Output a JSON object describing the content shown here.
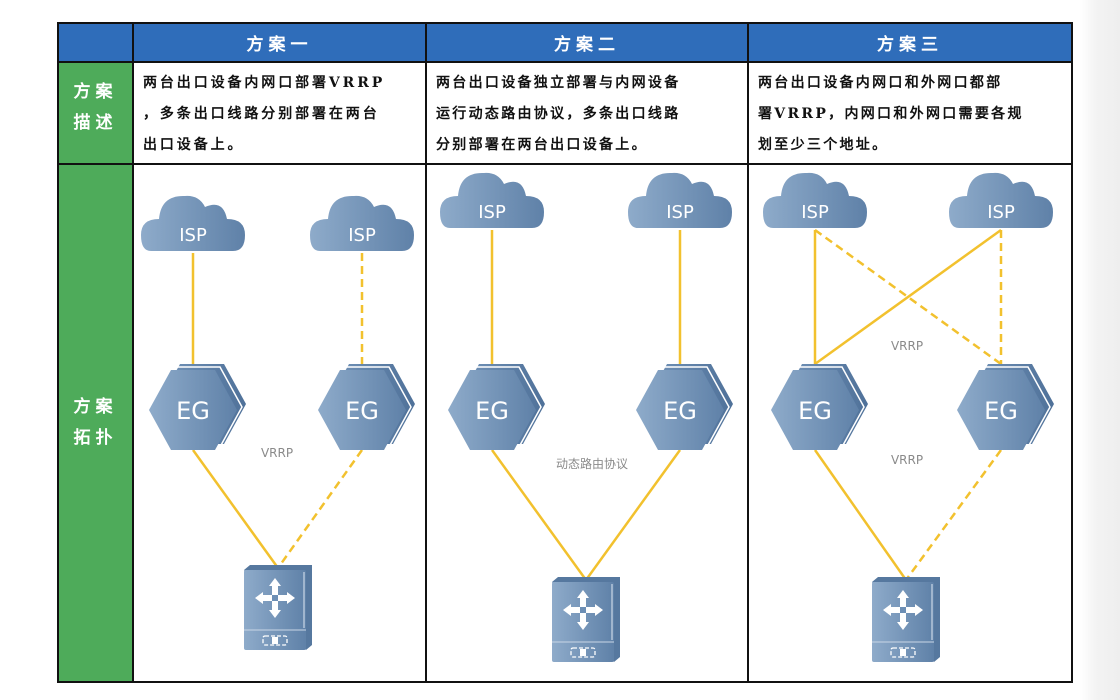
{
  "table": {
    "header": {
      "corner": "",
      "columns": [
        "方案一",
        "方案二",
        "方案三"
      ]
    },
    "rows": [
      {
        "label_lines": [
          "方案",
          "描述"
        ],
        "cells": [
          [
            "两台出口设备内网口部署VRRP",
            "，多条出口线路分别部署在两台",
            "出口设备上。"
          ],
          [
            "两台出口设备独立部署与内网设备",
            "运行动态路由协议，多条出口线路",
            "分别部署在两台出口设备上。"
          ],
          [
            "两台出口设备内网口和外网口都部",
            "署VRRP，内网口和外网口需要各规",
            "划至少三个地址。"
          ]
        ]
      },
      {
        "label_lines": [
          "方案",
          "拓扑"
        ]
      }
    ]
  },
  "colors": {
    "header_bg": "#2f6dba",
    "label_bg": "#4eab5a",
    "link": "#f2c12e",
    "node": "#6d8fb5"
  },
  "topologies": [
    {
      "name": "方案一",
      "nodes": [
        {
          "id": "isp1",
          "type": "cloud",
          "label": "ISP"
        },
        {
          "id": "isp2",
          "type": "cloud",
          "label": "ISP"
        },
        {
          "id": "eg1",
          "type": "gateway",
          "label": "EG"
        },
        {
          "id": "eg2",
          "type": "gateway",
          "label": "EG"
        },
        {
          "id": "sw",
          "type": "switch",
          "label": ""
        }
      ],
      "links": [
        {
          "from": "isp1",
          "to": "eg1",
          "style": "solid"
        },
        {
          "from": "isp2",
          "to": "eg2",
          "style": "dashed"
        },
        {
          "from": "eg1",
          "to": "sw",
          "style": "solid"
        },
        {
          "from": "eg2",
          "to": "sw",
          "style": "dashed"
        }
      ],
      "annotations": [
        "VRRP"
      ]
    },
    {
      "name": "方案二",
      "nodes": [
        {
          "id": "isp1",
          "type": "cloud",
          "label": "ISP"
        },
        {
          "id": "isp2",
          "type": "cloud",
          "label": "ISP"
        },
        {
          "id": "eg1",
          "type": "gateway",
          "label": "EG"
        },
        {
          "id": "eg2",
          "type": "gateway",
          "label": "EG"
        },
        {
          "id": "sw",
          "type": "switch",
          "label": ""
        }
      ],
      "links": [
        {
          "from": "isp1",
          "to": "eg1",
          "style": "solid"
        },
        {
          "from": "isp2",
          "to": "eg2",
          "style": "solid"
        },
        {
          "from": "eg1",
          "to": "sw",
          "style": "solid"
        },
        {
          "from": "eg2",
          "to": "sw",
          "style": "solid"
        }
      ],
      "annotations": [
        "动态路由协议"
      ]
    },
    {
      "name": "方案三",
      "nodes": [
        {
          "id": "isp1",
          "type": "cloud",
          "label": "ISP"
        },
        {
          "id": "isp2",
          "type": "cloud",
          "label": "ISP"
        },
        {
          "id": "eg1",
          "type": "gateway",
          "label": "EG"
        },
        {
          "id": "eg2",
          "type": "gateway",
          "label": "EG"
        },
        {
          "id": "sw",
          "type": "switch",
          "label": ""
        }
      ],
      "links": [
        {
          "from": "isp1",
          "to": "eg1",
          "style": "solid"
        },
        {
          "from": "isp2",
          "to": "eg1",
          "style": "solid"
        },
        {
          "from": "isp1",
          "to": "eg2",
          "style": "dashed"
        },
        {
          "from": "isp2",
          "to": "eg2",
          "style": "dashed"
        },
        {
          "from": "eg1",
          "to": "sw",
          "style": "solid"
        },
        {
          "from": "eg2",
          "to": "sw",
          "style": "dashed"
        }
      ],
      "annotations": [
        "VRRP",
        "VRRP"
      ]
    }
  ]
}
